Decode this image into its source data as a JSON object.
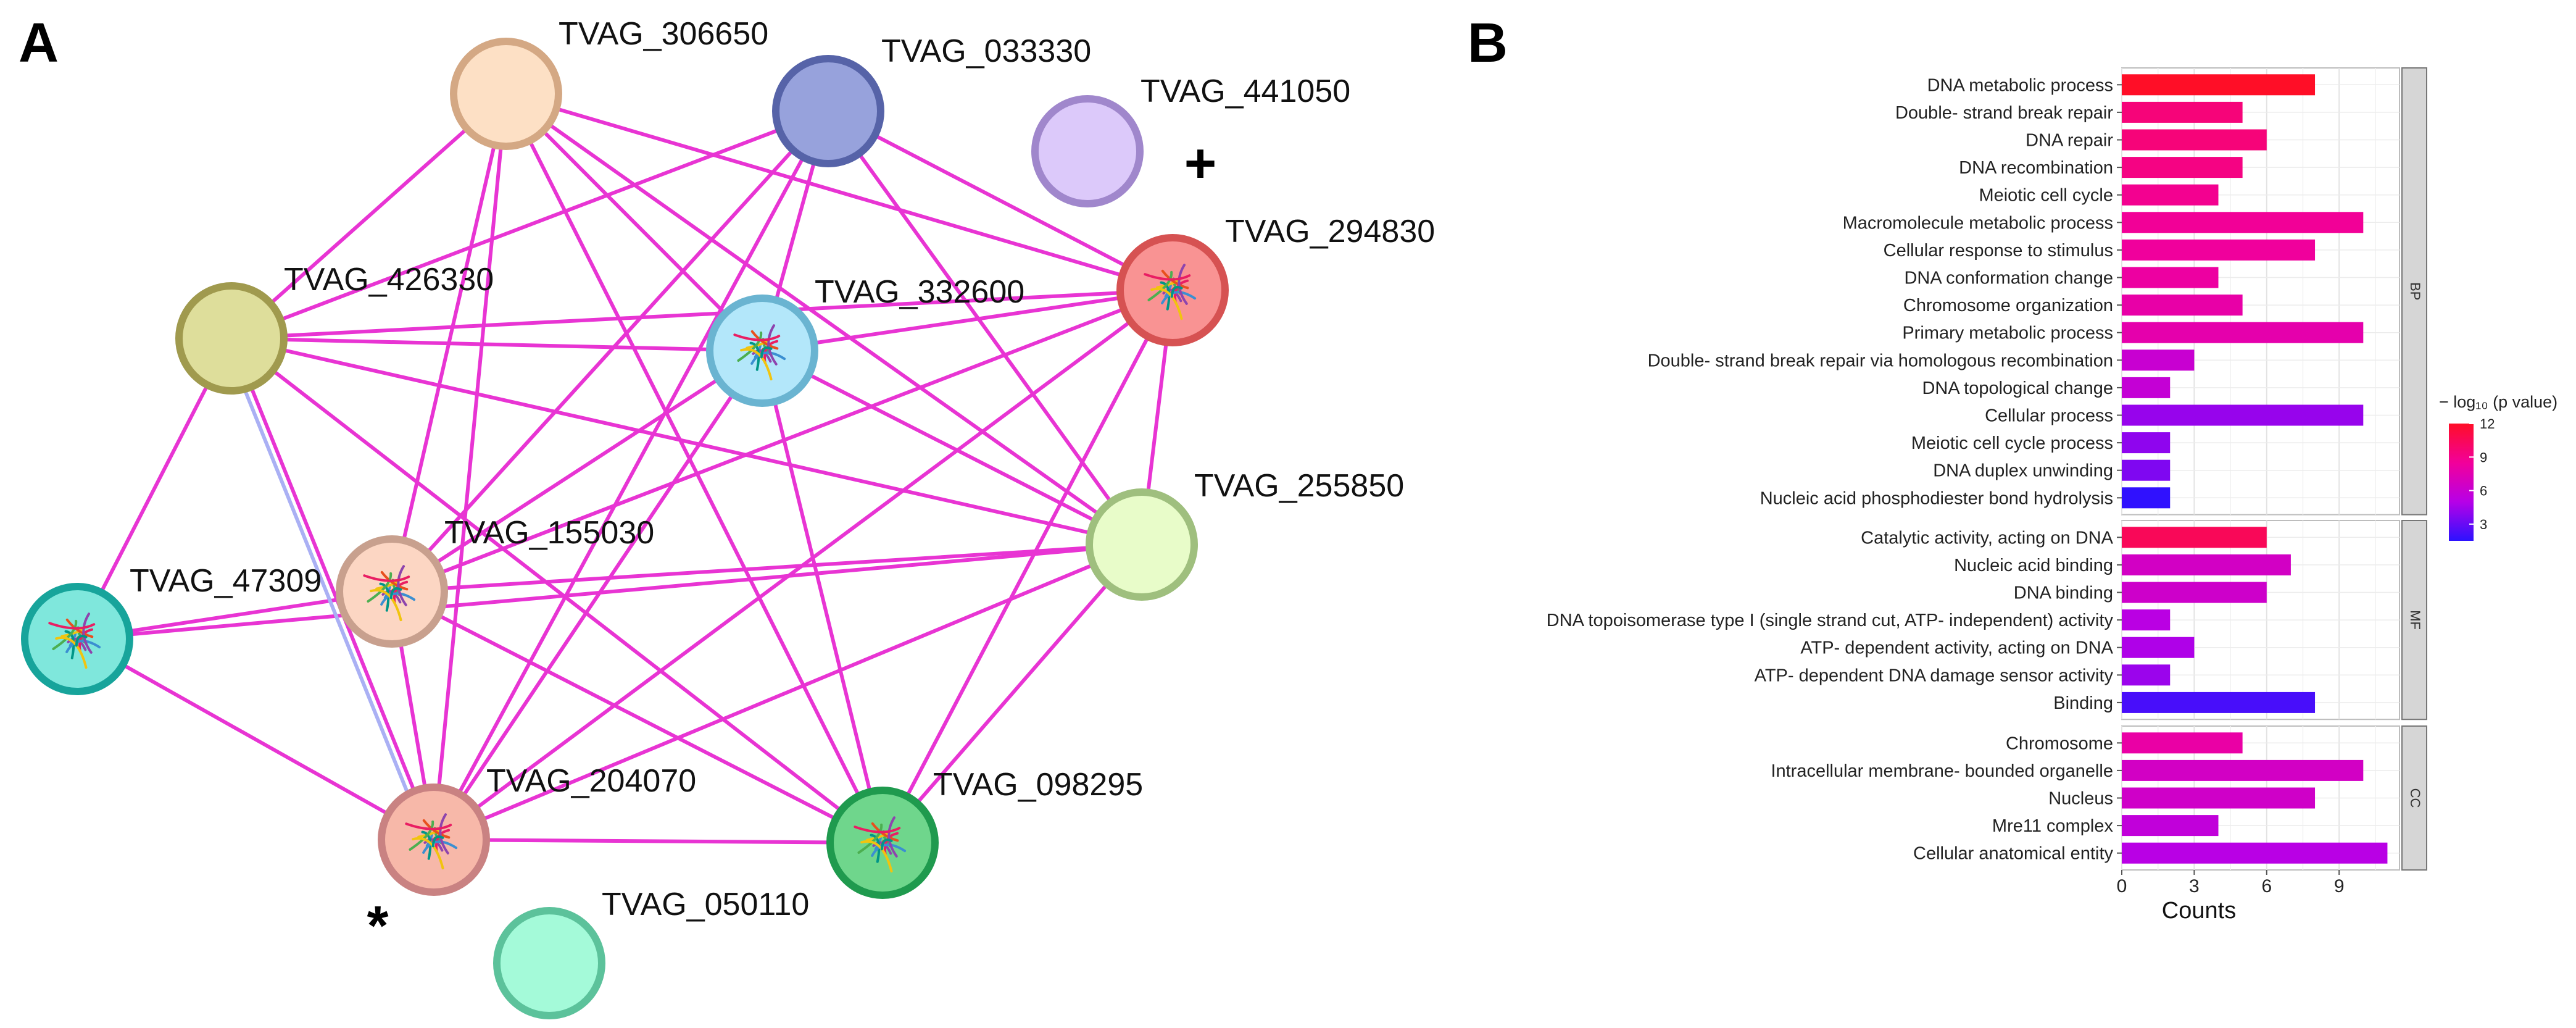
{
  "panel_a": {
    "label": "A",
    "markers": {
      "plus": "+",
      "star": "*"
    },
    "nodes": [
      {
        "id": "TVAG_306650",
        "label": "TVAG_306650",
        "fill": "#fde0c5",
        "stroke": "#d4a884"
      },
      {
        "id": "TVAG_033330",
        "label": "TVAG_033330",
        "fill": "#97a2dc",
        "stroke": "#5663a8"
      },
      {
        "id": "TVAG_441050",
        "label": "TVAG_441050",
        "fill": "#dcc9fa",
        "stroke": "#a087cc"
      },
      {
        "id": "TVAG_294830",
        "label": "TVAG_294830",
        "fill": "#f99393",
        "stroke": "#d65252"
      },
      {
        "id": "TVAG_426330",
        "label": "TVAG_426330",
        "fill": "#dede9b",
        "stroke": "#a09a4e"
      },
      {
        "id": "TVAG_332600",
        "label": "TVAG_332600",
        "fill": "#b3e7fa",
        "stroke": "#6ab4d1"
      },
      {
        "id": "TVAG_255850",
        "label": "TVAG_255850",
        "fill": "#e8fcc9",
        "stroke": "#9fbf7e"
      },
      {
        "id": "TVAG_155030",
        "label": "TVAG_155030",
        "fill": "#fcd6c3",
        "stroke": "#c8a08e"
      },
      {
        "id": "TVAG_47309",
        "label": "TVAG_47309",
        "fill": "#7fe7dc",
        "stroke": "#17a49b"
      },
      {
        "id": "TVAG_204070",
        "label": "TVAG_204070",
        "fill": "#f7b8a9",
        "stroke": "#c98282"
      },
      {
        "id": "TVAG_098295",
        "label": "TVAG_098295",
        "fill": "#6fd68c",
        "stroke": "#1f9a4e"
      },
      {
        "id": "TVAG_050110",
        "label": "TVAG_050110",
        "fill": "#a4fad9",
        "stroke": "#5cc29b"
      }
    ],
    "edge_color": "#e834d3",
    "alt_edge_color": "#aab0f4",
    "edges": [
      [
        "TVAG_306650",
        "TVAG_426330"
      ],
      [
        "TVAG_306650",
        "TVAG_332600"
      ],
      [
        "TVAG_306650",
        "TVAG_155030"
      ],
      [
        "TVAG_306650",
        "TVAG_204070"
      ],
      [
        "TVAG_306650",
        "TVAG_294830"
      ],
      [
        "TVAG_306650",
        "TVAG_098295"
      ],
      [
        "TVAG_306650",
        "TVAG_255850"
      ],
      [
        "TVAG_033330",
        "TVAG_426330"
      ],
      [
        "TVAG_033330",
        "TVAG_155030"
      ],
      [
        "TVAG_033330",
        "TVAG_204070"
      ],
      [
        "TVAG_033330",
        "TVAG_294830"
      ],
      [
        "TVAG_033330",
        "TVAG_332600"
      ],
      [
        "TVAG_033330",
        "TVAG_255850"
      ],
      [
        "TVAG_426330",
        "TVAG_332600"
      ],
      [
        "TVAG_426330",
        "TVAG_294830"
      ],
      [
        "TVAG_426330",
        "TVAG_255850"
      ],
      [
        "TVAG_426330",
        "TVAG_47309"
      ],
      [
        "TVAG_426330",
        "TVAG_098295"
      ],
      [
        "TVAG_426330",
        "TVAG_204070"
      ],
      [
        "TVAG_332600",
        "TVAG_294830"
      ],
      [
        "TVAG_332600",
        "TVAG_155030"
      ],
      [
        "TVAG_332600",
        "TVAG_204070"
      ],
      [
        "TVAG_332600",
        "TVAG_098295"
      ],
      [
        "TVAG_332600",
        "TVAG_255850"
      ],
      [
        "TVAG_294830",
        "TVAG_155030"
      ],
      [
        "TVAG_294830",
        "TVAG_204070"
      ],
      [
        "TVAG_294830",
        "TVAG_098295"
      ],
      [
        "TVAG_294830",
        "TVAG_255850"
      ],
      [
        "TVAG_255850",
        "TVAG_155030"
      ],
      [
        "TVAG_255850",
        "TVAG_204070"
      ],
      [
        "TVAG_255850",
        "TVAG_098295"
      ],
      [
        "TVAG_255850",
        "TVAG_47309"
      ],
      [
        "TVAG_155030",
        "TVAG_47309"
      ],
      [
        "TVAG_155030",
        "TVAG_204070"
      ],
      [
        "TVAG_155030",
        "TVAG_098295"
      ],
      [
        "TVAG_47309",
        "TVAG_204070"
      ],
      [
        "TVAG_204070",
        "TVAG_098295"
      ]
    ],
    "alt_edges": [
      [
        "TVAG_426330",
        "TVAG_204070"
      ]
    ]
  },
  "chart_data": {
    "type": "bar",
    "orientation": "horizontal",
    "panel_label": "B",
    "xlabel": "Counts",
    "x_ticks": [
      0,
      3,
      6,
      9
    ],
    "xlim": [
      0,
      11.5
    ],
    "grid": true,
    "colorbar": {
      "title": "− log₁₀ (p value)",
      "ticks": [
        3,
        6,
        9,
        12
      ],
      "range": [
        1.5,
        12
      ],
      "colors": [
        "#2c12ff",
        "#b700e7",
        "#f2009a",
        "#ff0e27"
      ]
    },
    "facets": [
      {
        "name": "BP",
        "categories": [
          {
            "label": "DNA metabolic process",
            "value": 8,
            "p": 12
          },
          {
            "label": "Double- strand break repair",
            "value": 5,
            "p": 9.5
          },
          {
            "label": "DNA repair",
            "value": 6,
            "p": 9.5
          },
          {
            "label": "DNA recombination",
            "value": 5,
            "p": 9.2
          },
          {
            "label": "Meiotic cell cycle",
            "value": 4,
            "p": 8.8
          },
          {
            "label": "Macromolecule metabolic process",
            "value": 10,
            "p": 8.6
          },
          {
            "label": "Cellular response to stimulus",
            "value": 8,
            "p": 8.4
          },
          {
            "label": "DNA conformation change",
            "value": 4,
            "p": 8.2
          },
          {
            "label": "Chromosome organization",
            "value": 5,
            "p": 7.9
          },
          {
            "label": "Primary metabolic process",
            "value": 10,
            "p": 7.7
          },
          {
            "label": "Double- strand break repair via homologous recombination",
            "value": 3,
            "p": 6
          },
          {
            "label": "DNA topological change",
            "value": 2,
            "p": 5.8
          },
          {
            "label": "Cellular process",
            "value": 10,
            "p": 4.2
          },
          {
            "label": "Meiotic cell cycle process",
            "value": 2,
            "p": 4
          },
          {
            "label": "DNA duplex unwinding",
            "value": 2,
            "p": 3.6
          },
          {
            "label": "Nucleic acid phosphodiester bond hydrolysis",
            "value": 2,
            "p": 1.6
          }
        ]
      },
      {
        "name": "MF",
        "categories": [
          {
            "label": "Catalytic activity, acting on DNA",
            "value": 6,
            "p": 10.5
          },
          {
            "label": "Nucleic acid binding",
            "value": 7,
            "p": 6.6
          },
          {
            "label": "DNA binding",
            "value": 6,
            "p": 6.3
          },
          {
            "label": "DNA topoisomerase type I (single strand cut, ATP- independent) activity",
            "value": 2,
            "p": 5.2
          },
          {
            "label": "ATP- dependent activity, acting on DNA",
            "value": 3,
            "p": 4.8
          },
          {
            "label": "ATP- dependent DNA damage sensor activity",
            "value": 2,
            "p": 4.3
          },
          {
            "label": "Binding",
            "value": 8,
            "p": 2.2
          }
        ]
      },
      {
        "name": "CC",
        "categories": [
          {
            "label": "Chromosome",
            "value": 5,
            "p": 8
          },
          {
            "label": "Intracellular membrane- bounded organelle",
            "value": 10,
            "p": 6.6
          },
          {
            "label": "Nucleus",
            "value": 8,
            "p": 6.4
          },
          {
            "label": "Mre11 complex",
            "value": 4,
            "p": 5.6
          },
          {
            "label": "Cellular anatomical entity",
            "value": 11,
            "p": 5.1
          }
        ]
      }
    ]
  }
}
